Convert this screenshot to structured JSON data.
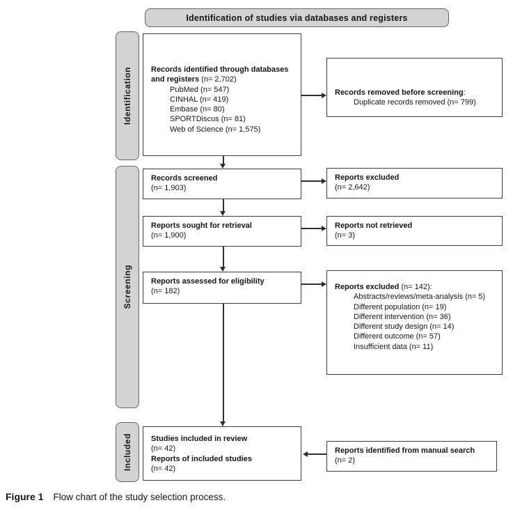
{
  "header": {
    "title": "Identification of studies via databases and registers"
  },
  "sidebar": {
    "stages": [
      {
        "label": "Identification"
      },
      {
        "label": "Screening"
      },
      {
        "label": "Included"
      }
    ]
  },
  "flow": {
    "main_boxes": [
      {
        "title": "Records identified through databases and registers",
        "value": "(n= 2,702)",
        "items": [
          "PubMed (n= 547)",
          "CINHAL (n= 419)",
          "Embase (n= 80)",
          "SPORTDiscus (n= 81)",
          "Web of Science (n= 1,575)"
        ]
      },
      {
        "title": "Records screened",
        "value": "(n= 1,903)"
      },
      {
        "title": "Reports sought for retrieval",
        "value": "(n= 1,900)"
      },
      {
        "title": "Reports assessed for eligibility",
        "value": "(n= 182)"
      },
      {
        "title": "Studies included in review",
        "value": "(n= 42)",
        "title2": "Reports of included studies",
        "value2": "(n= 42)"
      }
    ],
    "side_boxes": [
      {
        "title": "Records removed before screening",
        "suffix": ":",
        "items": [
          "Duplicate records removed (n= 799)"
        ]
      },
      {
        "title": "Reports excluded",
        "value": "(n= 2,642)"
      },
      {
        "title": "Reports not retrieved",
        "value": "(n= 3)"
      },
      {
        "title": "Reports excluded",
        "suffix": " (n= 142):",
        "items": [
          "Abstracts/reviews/meta-analysis (n= 5)",
          "Different population (n= 19)",
          "Different intervention (n= 36)",
          "Different study design (n= 14)",
          "Different outcome (n= 57)",
          "Insufficient data (n= 11)"
        ]
      },
      {
        "title": "Reports identified from manual search",
        "value": "(n= 2)"
      }
    ]
  },
  "caption": {
    "label": "Figure 1",
    "text": "Flow chart of the study selection process."
  },
  "colors": {
    "pill_fill": "#d3d3d3",
    "pill_border": "#636363",
    "box_border": "#3d3d3d",
    "arrow": "#2e2e2e",
    "text": "#151515",
    "background": "#ffffff"
  }
}
